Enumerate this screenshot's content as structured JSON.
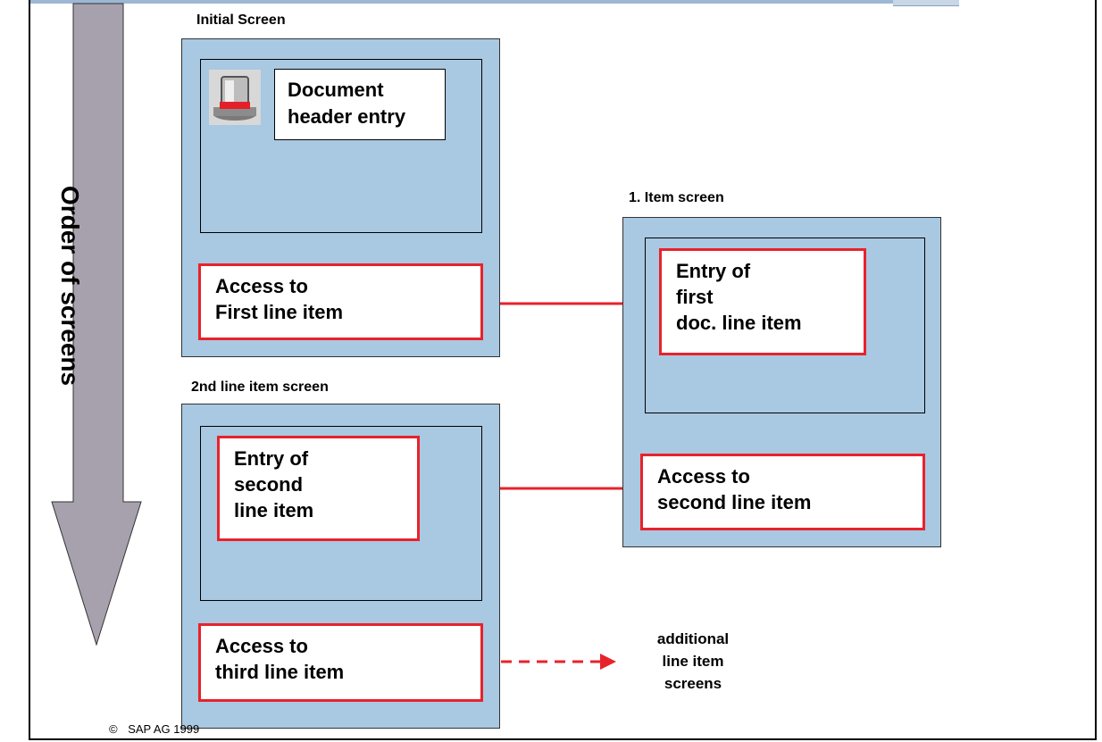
{
  "sidebar": {
    "order_label": "Order of screens"
  },
  "initial_screen": {
    "title": "Initial Screen",
    "header_box": [
      "Document",
      "header entry"
    ],
    "access_box": [
      "Access to",
      "First line item"
    ]
  },
  "item_screen_1": {
    "title": "1. Item screen",
    "entry_box": [
      "Entry of",
      "first",
      "doc. line item"
    ],
    "access_box": [
      "Access to",
      "second line item"
    ]
  },
  "item_screen_2": {
    "title": "2nd line item screen",
    "entry_box": [
      "Entry of",
      "second",
      "line item"
    ],
    "access_box": [
      "Access to",
      "third line item"
    ]
  },
  "additional": [
    "additional",
    "line item",
    "screens"
  ],
  "footer": {
    "copyright_symbol": "©",
    "copyright_text": "SAP AG 1999"
  },
  "colors": {
    "screen_fill": "#a9c8e2",
    "highlight_border": "#e8222b",
    "arrow_gray": "#a7a1ad"
  }
}
